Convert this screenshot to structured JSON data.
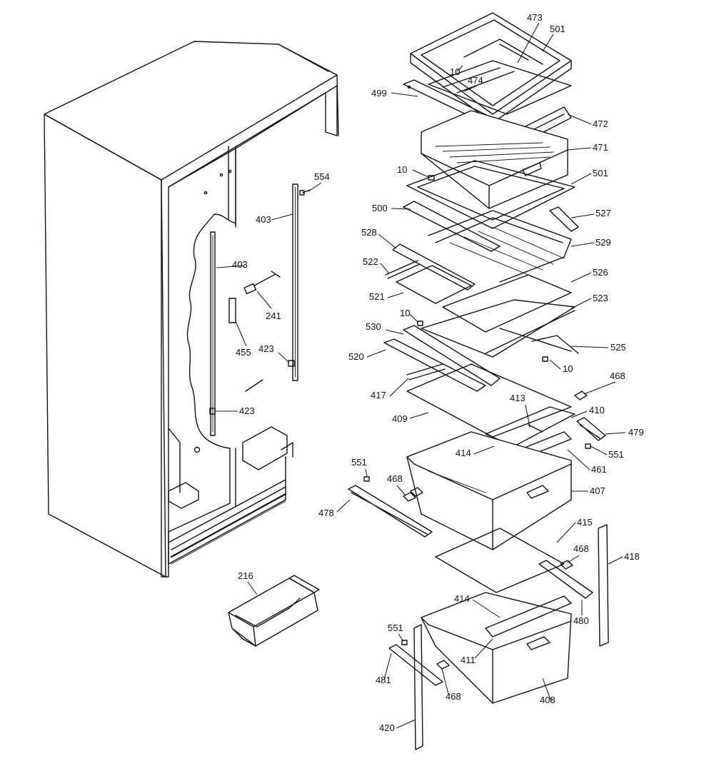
{
  "callouts": [
    {
      "id": "c473",
      "text": "473"
    },
    {
      "id": "c501a",
      "text": "501"
    },
    {
      "id": "c10a",
      "text": "10"
    },
    {
      "id": "c474",
      "text": "474"
    },
    {
      "id": "c499",
      "text": "499"
    },
    {
      "id": "c472",
      "text": "472"
    },
    {
      "id": "c471",
      "text": "471"
    },
    {
      "id": "c10b",
      "text": "10"
    },
    {
      "id": "c501b",
      "text": "501"
    },
    {
      "id": "c554",
      "text": "554"
    },
    {
      "id": "c500",
      "text": "500"
    },
    {
      "id": "c527",
      "text": "527"
    },
    {
      "id": "c403a",
      "text": "403"
    },
    {
      "id": "c528",
      "text": "528"
    },
    {
      "id": "c529",
      "text": "529"
    },
    {
      "id": "c403b",
      "text": "403"
    },
    {
      "id": "c522",
      "text": "522"
    },
    {
      "id": "c526",
      "text": "526"
    },
    {
      "id": "c521",
      "text": "521"
    },
    {
      "id": "c241",
      "text": "241"
    },
    {
      "id": "c523",
      "text": "523"
    },
    {
      "id": "c10c",
      "text": "10"
    },
    {
      "id": "c530",
      "text": "530"
    },
    {
      "id": "c455",
      "text": "455"
    },
    {
      "id": "c423a",
      "text": "423"
    },
    {
      "id": "c525",
      "text": "525"
    },
    {
      "id": "c520",
      "text": "520"
    },
    {
      "id": "c10d",
      "text": "10"
    },
    {
      "id": "c468a",
      "text": "468"
    },
    {
      "id": "c417",
      "text": "417"
    },
    {
      "id": "c413",
      "text": "413"
    },
    {
      "id": "c410",
      "text": "410"
    },
    {
      "id": "c423b",
      "text": "423"
    },
    {
      "id": "c409",
      "text": "409"
    },
    {
      "id": "c479",
      "text": "479"
    },
    {
      "id": "c414a",
      "text": "414"
    },
    {
      "id": "c551a",
      "text": "551"
    },
    {
      "id": "c551b",
      "text": "551"
    },
    {
      "id": "c461",
      "text": "461"
    },
    {
      "id": "c468b",
      "text": "468"
    },
    {
      "id": "c407",
      "text": "407"
    },
    {
      "id": "c478",
      "text": "478"
    },
    {
      "id": "c415",
      "text": "415"
    },
    {
      "id": "c418",
      "text": "418"
    },
    {
      "id": "c468c",
      "text": "468"
    },
    {
      "id": "c216",
      "text": "216"
    },
    {
      "id": "c414b",
      "text": "414"
    },
    {
      "id": "c480",
      "text": "480"
    },
    {
      "id": "c551c",
      "text": "551"
    },
    {
      "id": "c411",
      "text": "411"
    },
    {
      "id": "c481",
      "text": "481"
    },
    {
      "id": "c468d",
      "text": "468"
    },
    {
      "id": "c408",
      "text": "408"
    },
    {
      "id": "c420",
      "text": "420"
    }
  ]
}
